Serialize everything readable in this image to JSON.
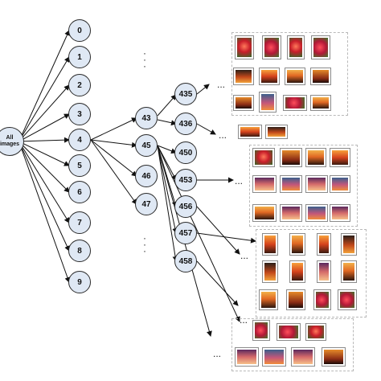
{
  "root": {
    "line1": "All",
    "line2": "images"
  },
  "level1": [
    "0",
    "1",
    "2",
    "3",
    "4",
    "5",
    "6",
    "7",
    "8",
    "9"
  ],
  "level2": [
    "43",
    "45",
    "46",
    "47"
  ],
  "level3": [
    "435",
    "436",
    "450",
    "453",
    "456",
    "457",
    "458"
  ],
  "ellipsis": "...",
  "colors": {
    "node_fill": "#dfe8f4",
    "node_stroke": "#2a2a2a",
    "edge": "#111111",
    "panel_border": "#b9b9b9",
    "thumb_border": "#8b8b8b"
  },
  "thumbnail_palette": [
    "sunset-orange",
    "deep-red",
    "flower-red",
    "dusk-purple",
    "silhouette-dark"
  ]
}
